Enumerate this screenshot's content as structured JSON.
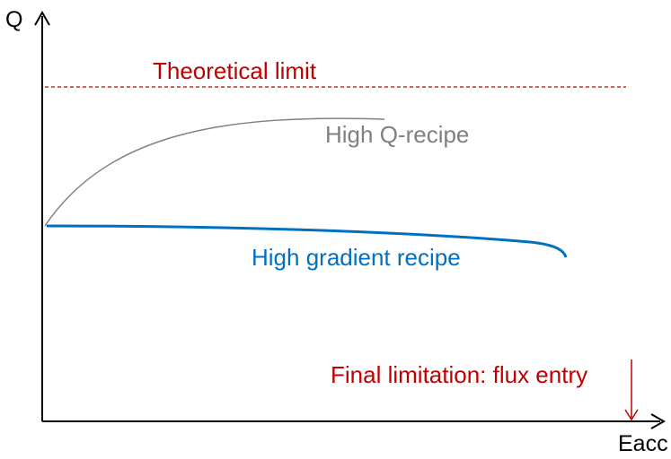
{
  "chart_data": {
    "type": "line",
    "xlabel": "Eacc",
    "ylabel": "Q",
    "grid": false,
    "legend": "none",
    "annotations": [
      {
        "name": "theoretical-limit",
        "text": "Theoretical limit",
        "color": "#c00000",
        "style": "dashed-horizontal-line"
      },
      {
        "name": "flux-entry",
        "text": "Final limitation: flux entry",
        "color": "#c00000",
        "style": "down-arrow"
      }
    ],
    "series": [
      {
        "name": "High Q-recipe",
        "color": "#808080",
        "shape": "rises-then-saturates"
      },
      {
        "name": "High gradient recipe",
        "color": "#0070c0",
        "shape": "flat-then-drops"
      }
    ]
  },
  "colors": {
    "axis": "#000000",
    "limit": "#c00000",
    "high_q": "#808080",
    "high_gradient": "#0070c0"
  }
}
